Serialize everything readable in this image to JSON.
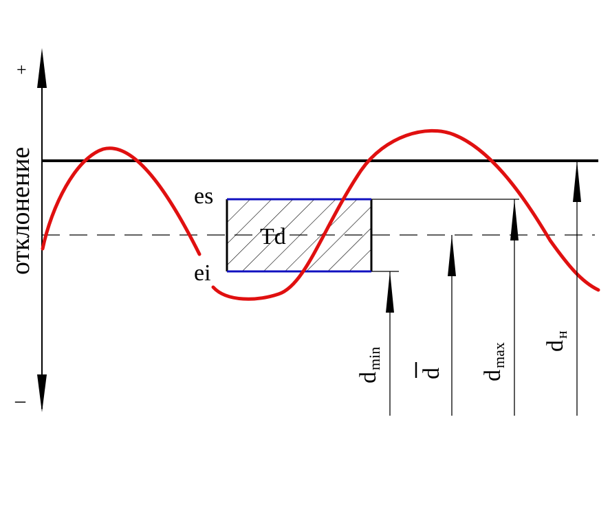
{
  "axis": {
    "plus_label": "+",
    "minus_label": "–",
    "vertical_label": "отклонение"
  },
  "field": {
    "es_label": "es",
    "ei_label": "ei",
    "td_label": "Td"
  },
  "dims": {
    "dmin": {
      "main": "d",
      "sub": "min"
    },
    "dmean": {
      "main": "d"
    },
    "dmax": {
      "main": "d",
      "sub": "max"
    },
    "dn": {
      "main": "d",
      "sub": "н"
    }
  },
  "colors": {
    "wave": "#e01010",
    "field_edge": "#1010c0",
    "line": "#000000"
  }
}
